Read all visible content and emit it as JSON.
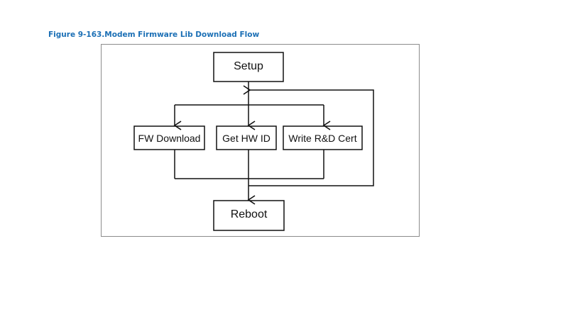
{
  "caption": "Figure 9-163.Modem Firmware Lib Download Flow",
  "flow": {
    "setup": "Setup",
    "fw_download": "FW Download",
    "get_hw_id": "Get HW ID",
    "write_cert": "Write R&D Cert",
    "reboot": "Reboot"
  },
  "colors": {
    "caption": "#1b6fb5",
    "lines": "#111111"
  }
}
